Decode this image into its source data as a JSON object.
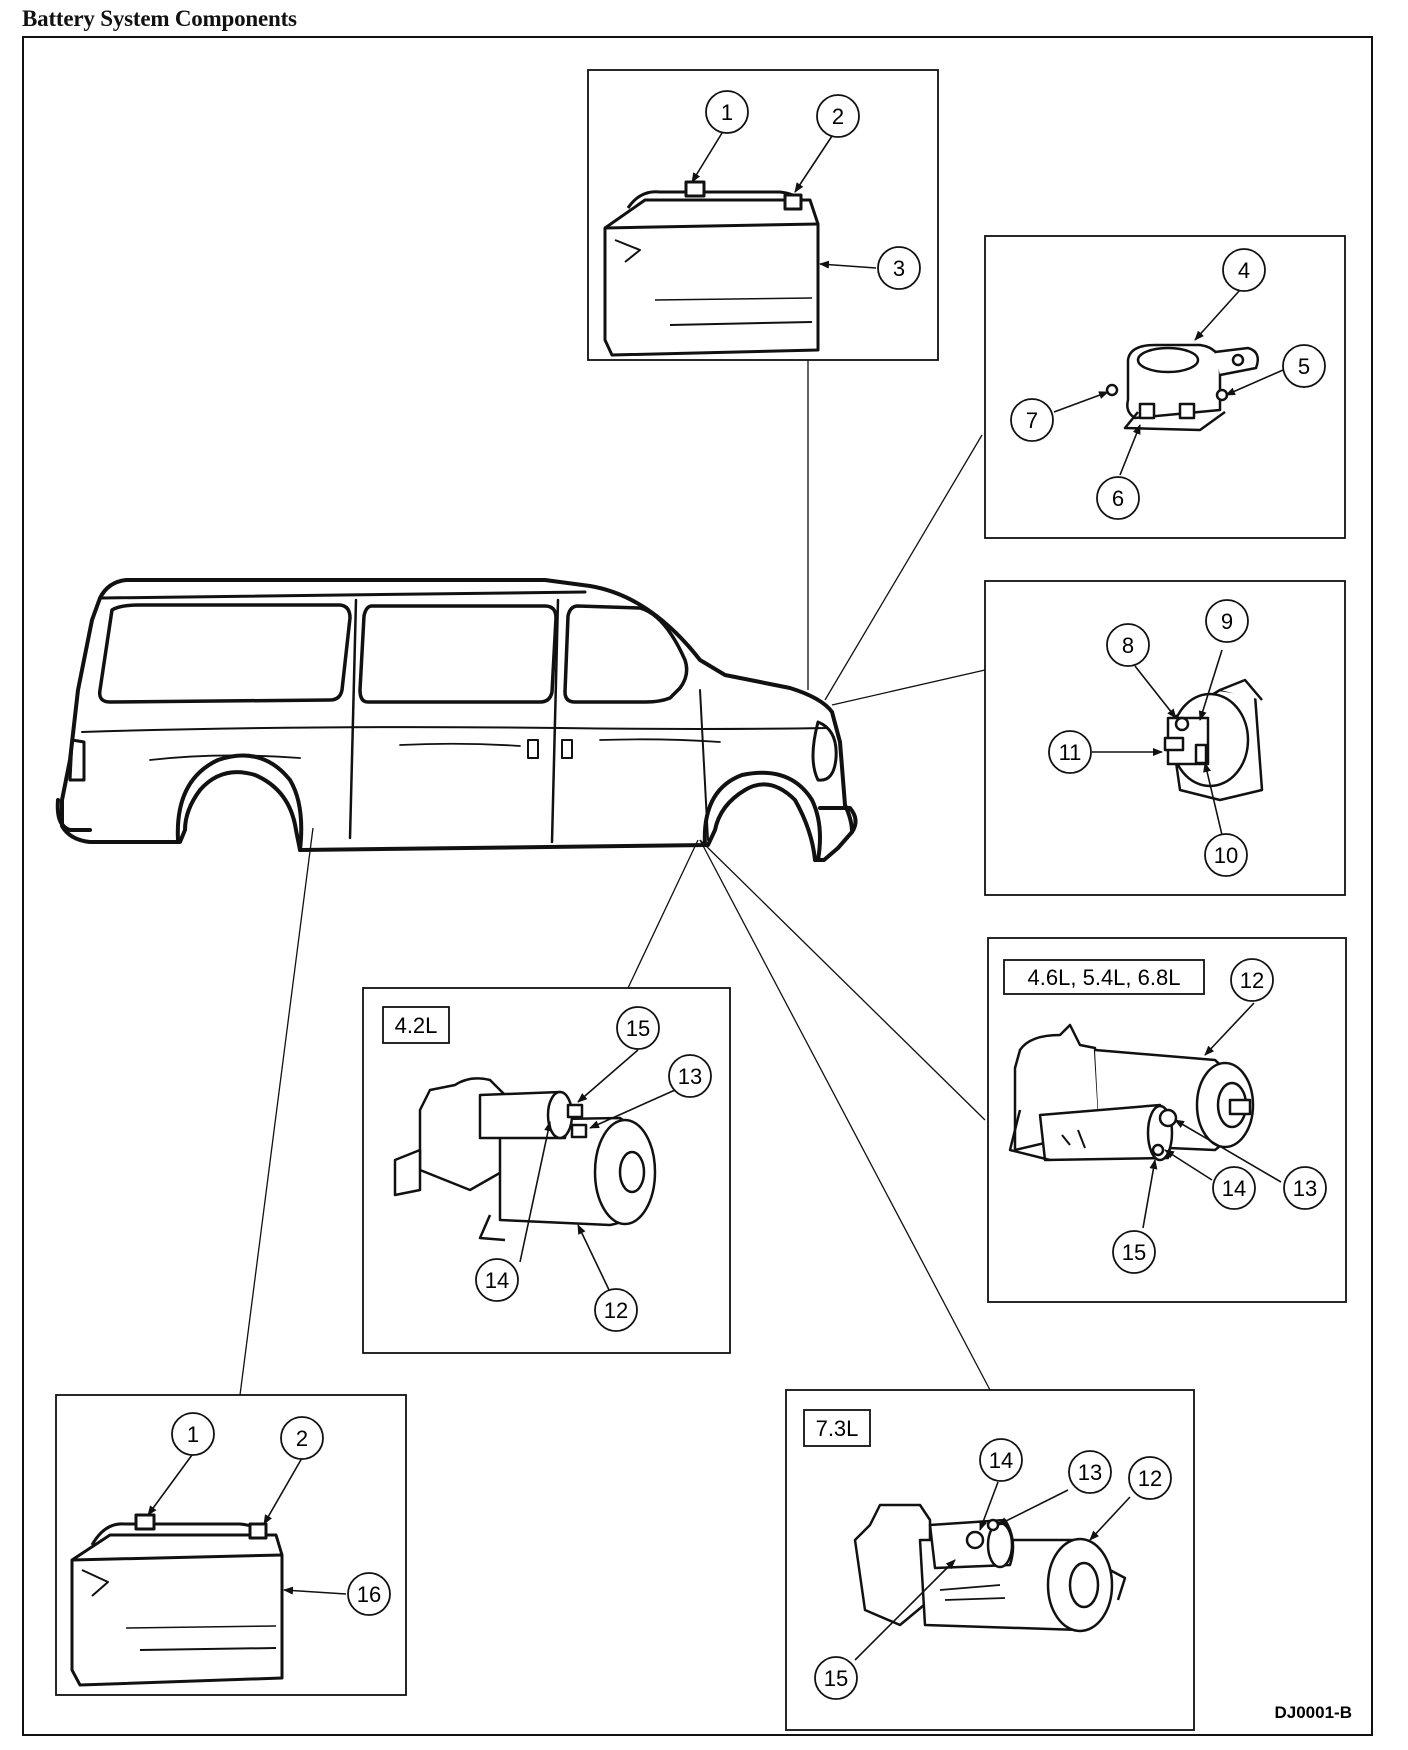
{
  "title": "Battery System Components",
  "figure_code": "DJ0001-B",
  "engine_labels": {
    "e42": "4.2L",
    "e468": "4.6L, 5.4L, 6.8L",
    "e73": "7.3L"
  },
  "callouts": {
    "b1_1": "1",
    "b1_2": "2",
    "b1_3": "3",
    "s_4": "4",
    "s_5": "5",
    "s_6": "6",
    "s_7": "7",
    "sv_8": "8",
    "sv_9": "9",
    "sv_10": "10",
    "sv_11": "11",
    "m468_12": "12",
    "m468_13": "13",
    "m468_14": "14",
    "m468_15": "15",
    "m42_15": "15",
    "m42_13": "13",
    "m42_14": "14",
    "m42_12": "12",
    "b2_1": "1",
    "b2_2": "2",
    "b2_16": "16",
    "m73_14": "14",
    "m73_13": "13",
    "m73_12": "12",
    "m73_15": "15"
  }
}
